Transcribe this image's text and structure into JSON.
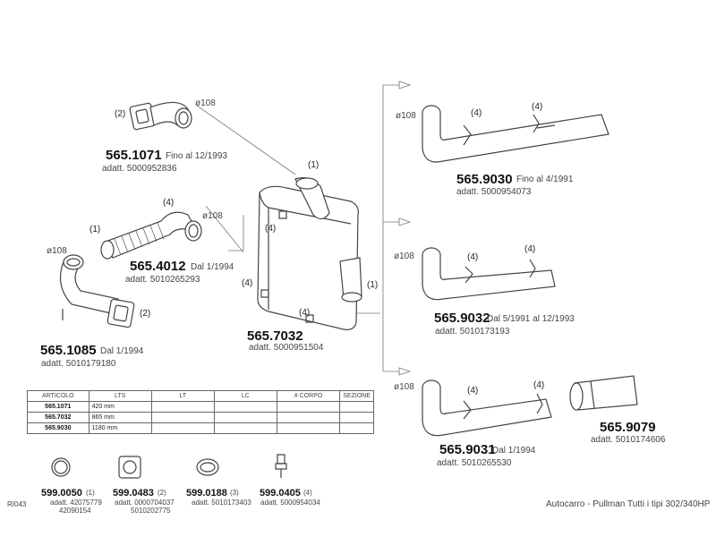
{
  "parts": {
    "p1071": {
      "number": "565.1071",
      "note": "Fino al 12/1993",
      "adatt": "adatt. 5000952836",
      "callout": "(2)",
      "diameter": "ø108"
    },
    "p4012": {
      "number": "565.4012",
      "note": "Dal 1/1994",
      "adatt": "adatt. 5010265293",
      "callout_left": "(1)",
      "callout_top": "(4)",
      "diameter": "ø108"
    },
    "p1085": {
      "number": "565.1085",
      "note": "Dal 1/1994",
      "adatt": "adatt. 5010179180",
      "callout": "(2)",
      "diameter": "ø108"
    },
    "p7032": {
      "number": "565.7032",
      "adatt": "adatt. 5000951504",
      "callout_top": "(1)",
      "callout_left": "(4)",
      "callout_low_left": "(4)",
      "callout_bottom": "(4)",
      "callout_right": "(1)"
    },
    "p9030": {
      "number": "565.9030",
      "note": "Fino al 4/1991",
      "adatt": "adatt. 5000954073",
      "diameter": "ø108",
      "callout_a": "(4)",
      "callout_b": "(4)"
    },
    "p9032": {
      "number": "565.9032",
      "note": "Dal 5/1991 al 12/1993",
      "adatt": "adatt. 5010173193",
      "diameter": "ø108",
      "callout_a": "(4)",
      "callout_b": "(4)"
    },
    "p9031": {
      "number": "565.9031",
      "note": "Dal 1/1994",
      "adatt": "adatt. 5010265530",
      "diameter": "ø108",
      "callout_a": "(4)",
      "callout_b": "(4)"
    },
    "p9079": {
      "number": "565.9079",
      "adatt": "adatt. 5010174606"
    }
  },
  "table": {
    "headers": [
      "ARTICOLO",
      "LTS",
      "LT",
      "LC",
      "# CORPO",
      "SEZIONE"
    ],
    "rows": [
      [
        "565.1071",
        "420 mm",
        "",
        "",
        "",
        ""
      ],
      [
        "565.7032",
        "865 mm",
        "",
        "",
        "",
        ""
      ],
      [
        "565.9030",
        "1180 mm",
        "",
        "",
        "",
        ""
      ]
    ]
  },
  "accessories": [
    {
      "number": "599.0050",
      "ref": "(1)",
      "adatt": "adatt. 42075779",
      "adatt2": "42090154",
      "icon": "clamp-icon"
    },
    {
      "number": "599.0483",
      "ref": "(2)",
      "adatt": "adatt. 0000704037",
      "adatt2": "5010202775",
      "icon": "gasket-icon"
    },
    {
      "number": "599.0188",
      "ref": "(3)",
      "adatt": "adatt. 5010173403",
      "adatt2": "",
      "icon": "band-clamp-icon"
    },
    {
      "number": "599.0405",
      "ref": "(4)",
      "adatt": "adatt. 5000954034",
      "adatt2": "",
      "icon": "bolt-icon"
    }
  ],
  "footer": {
    "code": "RI043",
    "caption": "Autocarro - Pullman Tutti i tipi 302/340HP"
  }
}
